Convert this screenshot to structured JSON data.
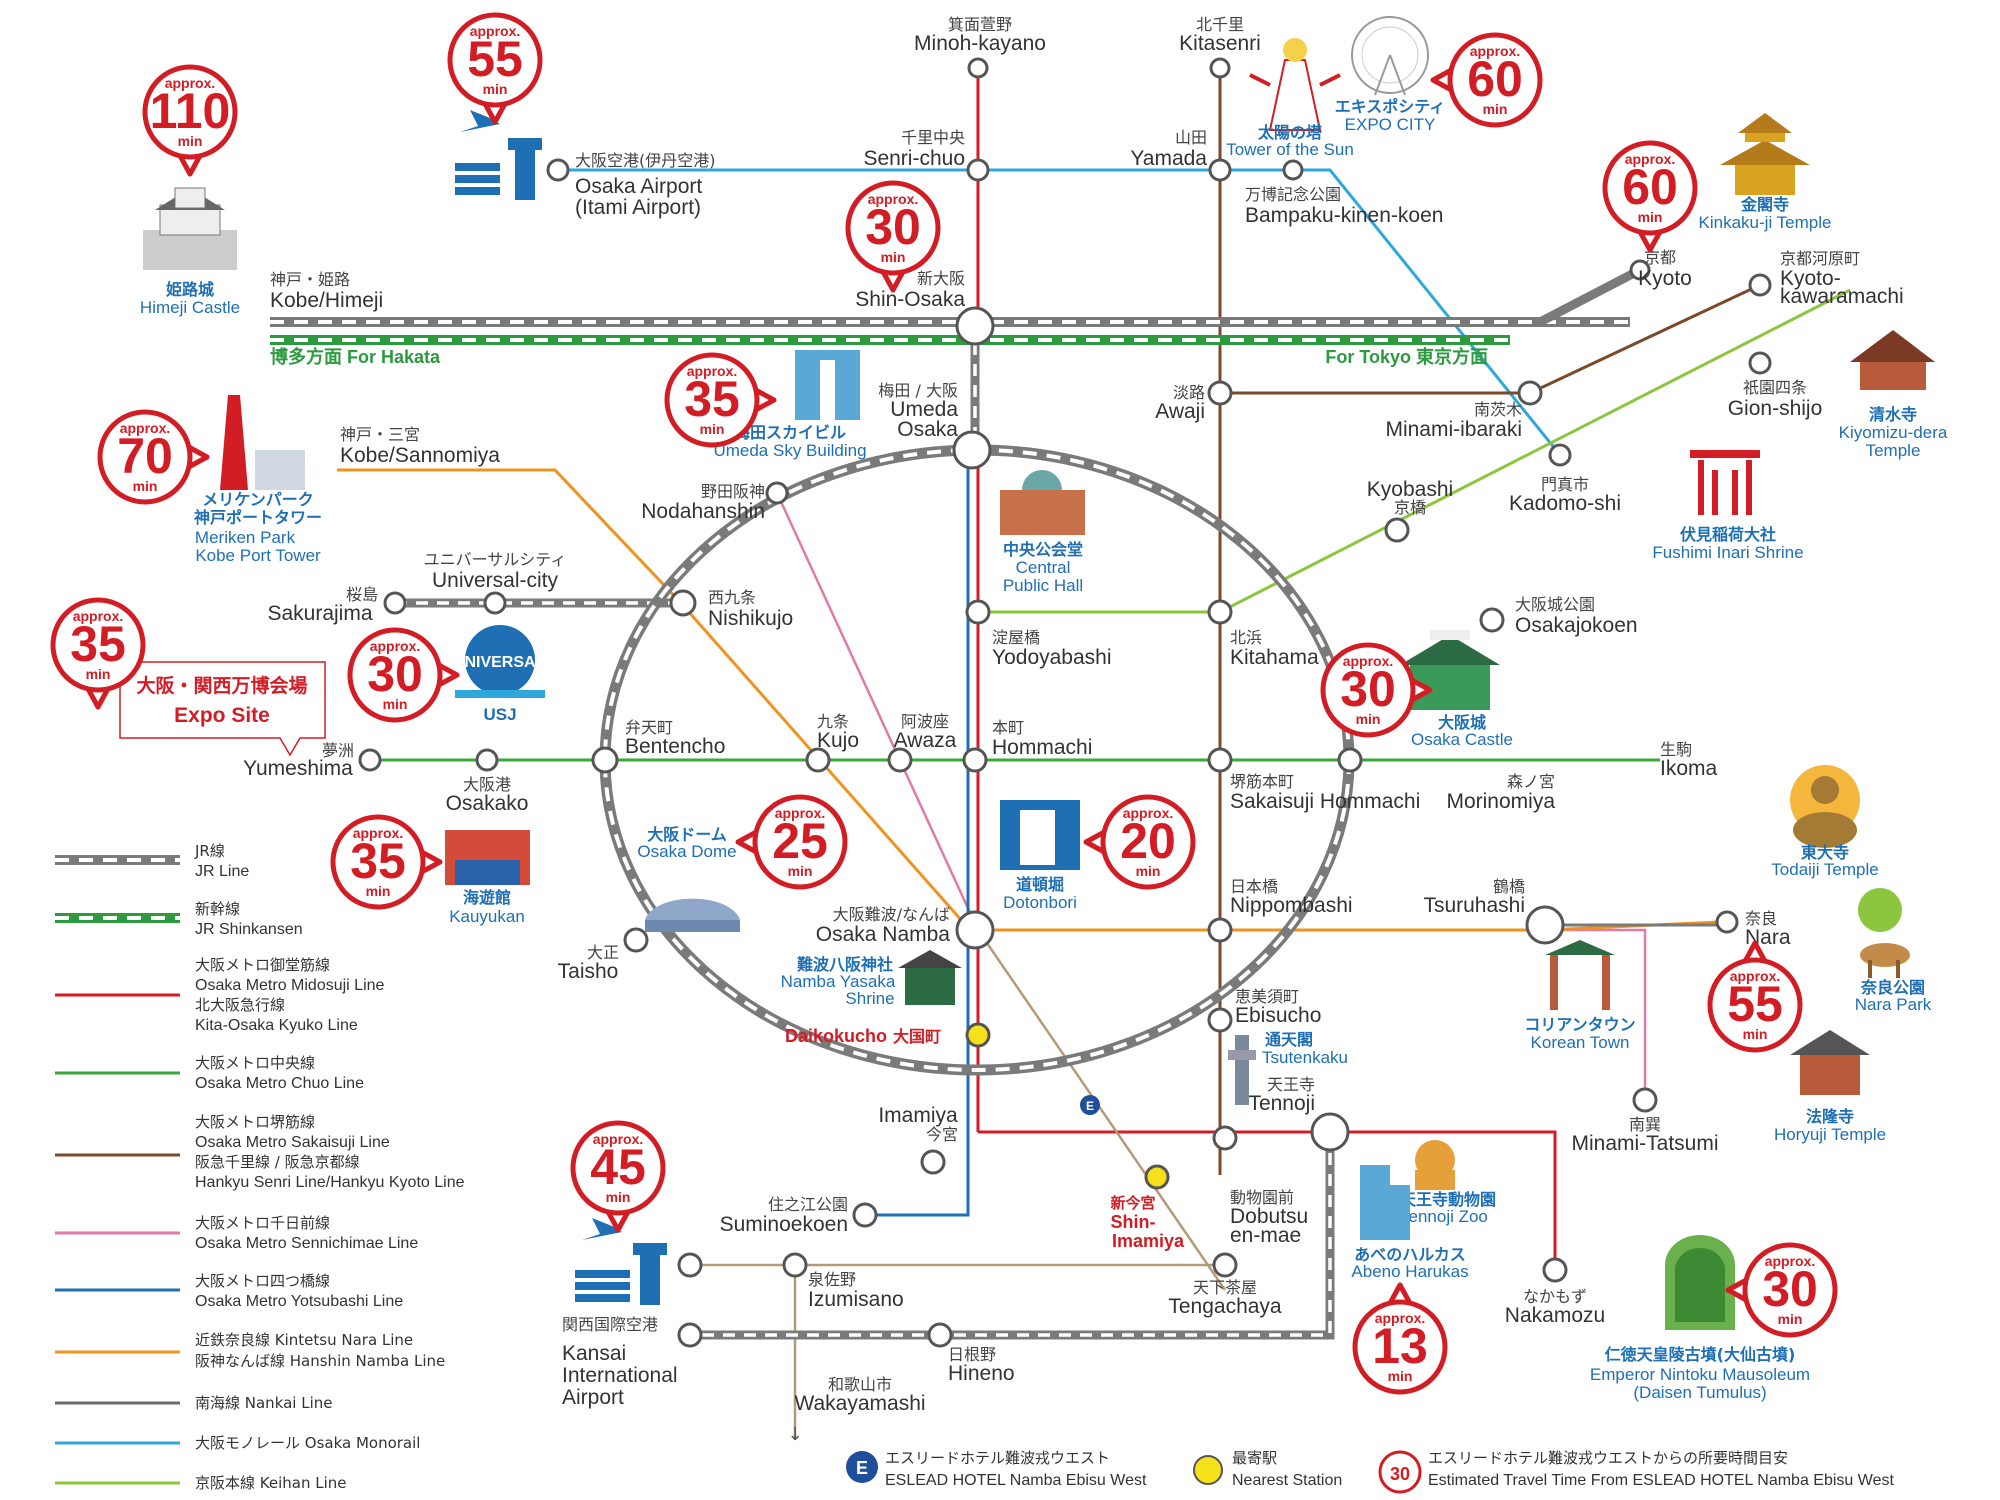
{
  "stations": {
    "minoh": {
      "ja": "箕面萱野",
      "en": "Minoh-kayano"
    },
    "kitasenri": {
      "ja": "北千里",
      "en": "Kitasenri"
    },
    "senrichuo": {
      "ja": "千里中央",
      "en": "Senri-chuo"
    },
    "yamada": {
      "ja": "山田",
      "en": "Yamada"
    },
    "osaka_airport": {
      "ja": "大阪空港(伊丹空港)",
      "en1": "Osaka Airport",
      "en2": "(Itami Airport)"
    },
    "bampaku": {
      "ja": "万博記念公園",
      "en": "Bampaku-kinen-koen"
    },
    "kobe_himeji": {
      "ja": "神戸・姫路",
      "en": "Kobe/Himeji"
    },
    "shin_osaka": {
      "ja": "新大阪",
      "en": "Shin-Osaka"
    },
    "kyoto": {
      "ja": "京都",
      "en": "Kyoto"
    },
    "kyoto_kawaramachi": {
      "ja": "京都河原町",
      "en1": "Kyoto-",
      "en2": "kawaramachi"
    },
    "awaji": {
      "ja": "淡路",
      "en": "Awaji"
    },
    "umeda": {
      "ja": "梅田 / 大阪",
      "en1": "Umeda",
      "en2": "Osaka"
    },
    "minami_ibaraki": {
      "ja": "南茨木",
      "en": "Minami-ibaraki"
    },
    "gion": {
      "ja": "祇園四条",
      "en": "Gion-shijo"
    },
    "kobe_sannomiya": {
      "ja": "神戸・三宮",
      "en": "Kobe/Sannomiya"
    },
    "nodahanshin": {
      "ja": "野田阪神",
      "en": "Nodahanshin"
    },
    "kyobashi": {
      "ja": "京橋",
      "en": "Kyobashi"
    },
    "kadomoshi": {
      "ja": "門真市",
      "en": "Kadomo-shi"
    },
    "universal": {
      "ja": "ユニバーサルシティ",
      "en": "Universal-city"
    },
    "sakurajima": {
      "ja": "桜島",
      "en": "Sakurajima"
    },
    "nishikujo": {
      "ja": "西九条",
      "en": "Nishikujo"
    },
    "osakajokoen": {
      "ja": "大阪城公園",
      "en": "Osakajokoen"
    },
    "yodoyabashi": {
      "ja": "淀屋橋",
      "en": "Yodoyabashi"
    },
    "kitahama": {
      "ja": "北浜",
      "en": "Kitahama"
    },
    "yumeshima": {
      "ja": "夢洲",
      "en": "Yumeshima"
    },
    "bentencho": {
      "ja": "弁天町",
      "en": "Bentencho"
    },
    "kujo": {
      "ja": "九条",
      "en": "Kujo"
    },
    "awaza": {
      "ja": "阿波座",
      "en": "Awaza"
    },
    "hommachi": {
      "ja": "本町",
      "en": "Hommachi"
    },
    "ikoma": {
      "ja": "生駒",
      "en": "Ikoma"
    },
    "osakako": {
      "ja": "大阪港",
      "en": "Osakako"
    },
    "sakaisuji": {
      "ja": "堺筋本町",
      "en": "Sakaisuji Hommachi"
    },
    "morinomiya": {
      "ja": "森ノ宮",
      "en": "Morinomiya"
    },
    "namba": {
      "ja": "大阪難波/なんば",
      "en": "Osaka Namba"
    },
    "nippombashi": {
      "ja": "日本橋",
      "en": "Nippombashi"
    },
    "tsuruhashi": {
      "ja": "鶴橋",
      "en": "Tsuruhashi"
    },
    "nara": {
      "ja": "奈良",
      "en": "Nara"
    },
    "taisho": {
      "ja": "大正",
      "en": "Taisho"
    },
    "daikokucho": {
      "en": "Daikokucho",
      "ja": "大国町"
    },
    "ebisucho": {
      "ja": "恵美須町",
      "en": "Ebisucho"
    },
    "tennoji": {
      "ja": "天王寺",
      "en": "Tennoji"
    },
    "imamiya": {
      "ja": "今宮",
      "en": "Imamiya"
    },
    "minami_tatsumi": {
      "ja": "南巽",
      "en": "Minami-Tatsumi"
    },
    "suminoekoen": {
      "ja": "住之江公園",
      "en": "Suminoekoen"
    },
    "shin_imamiya": {
      "ja": "新今宮",
      "en1": "Shin-",
      "en2": "Imamiya"
    },
    "dobutsuen": {
      "ja": "動物園前",
      "en1": "Dobutsu",
      "en2": "en-mae"
    },
    "izumisano": {
      "ja": "泉佐野",
      "en": "Izumisano"
    },
    "kansai_airport": {
      "ja": "関西国際空港",
      "en1": "Kansai",
      "en2": "International",
      "en3": "Airport"
    },
    "tengachaya": {
      "ja": "天下茶屋",
      "en": "Tengachaya"
    },
    "nakamozu": {
      "ja": "なかもず",
      "en": "Nakamozu"
    },
    "hineno": {
      "ja": "日根野",
      "en": "Hineno"
    },
    "wakayamashi": {
      "ja": "和歌山市",
      "en": "Wakayamashi"
    }
  },
  "directions": {
    "hakata": "博多方面 For Hakata",
    "tokyo": "For Tokyo 東京方面"
  },
  "attractions": {
    "himeji": {
      "ja": "姫路城",
      "en": "Himeji Castle"
    },
    "sun": {
      "ja": "太陽の塔",
      "en": "Tower of the Sun"
    },
    "expocity": {
      "ja": "エキスポシティ",
      "en": "EXPO CITY"
    },
    "kinkakuji": {
      "ja": "金閣寺",
      "en": "Kinkaku-ji Temple"
    },
    "kiyomizu": {
      "ja": "清水寺",
      "en1": "Kiyomizu-dera",
      "en2": "Temple"
    },
    "fushimi": {
      "ja": "伏見稲荷大社",
      "en": "Fushimi Inari Shrine"
    },
    "skybuilding": {
      "ja": "梅田スカイビル",
      "en": "Umeda Sky Building"
    },
    "meriken": {
      "ja1": "メリケンパーク",
      "ja2": "神戸ポートタワー",
      "en1": "Meriken Park",
      "en2": "Kobe Port Tower"
    },
    "central_hall": {
      "ja": "中央公会堂",
      "en1": "Central",
      "en2": "Public Hall"
    },
    "expo_site": {
      "ja": "大阪・関西万博会場",
      "en": "Expo Site"
    },
    "usj": {
      "en": "USJ",
      "globe": "NIVERSA"
    },
    "osaka_castle": {
      "ja": "大阪城",
      "en": "Osaka Castle"
    },
    "osaka_dome": {
      "ja": "大阪ドーム",
      "en": "Osaka Dome"
    },
    "dotonbori": {
      "ja": "道頓堀",
      "en": "Dotonbori"
    },
    "kaiyukan": {
      "ja": "海遊館",
      "en": "Kauyukan"
    },
    "todaiji": {
      "ja": "東大寺",
      "en": "Todaiji Temple"
    },
    "nara_park": {
      "ja": "奈良公園",
      "en": "Nara Park"
    },
    "namba_yasaka": {
      "ja": "難波八阪神社",
      "en1": "Namba Yasaka",
      "en2": "Shrine"
    },
    "korean_town": {
      "ja": "コリアンタウン",
      "en": "Korean Town"
    },
    "horyuji": {
      "ja": "法隆寺",
      "en": "Horyuji Temple"
    },
    "tsutenkaku": {
      "ja": "通天閣",
      "en": "Tsutenkaku"
    },
    "tennoji_zoo": {
      "ja": "天王寺動物園",
      "en": "Tennoji Zoo"
    },
    "abeno": {
      "ja": "あべのハルカス",
      "en": "Abeno Harukas"
    },
    "nintoku": {
      "ja": "仁徳天皇陵古墳(大仙古墳)",
      "en1": "Emperor Nintoku Mausoleum",
      "en2": "(Daisen Tumulus)"
    }
  },
  "badges": {
    "approx": "approx.",
    "min": "min",
    "himeji": "110",
    "airport": "55",
    "shinosaka": "30",
    "expocity": "60",
    "kyoto": "60",
    "skybuilding": "35",
    "meriken": "70",
    "expo_site": "35",
    "usj": "30",
    "osaka_castle": "30",
    "kaiyukan": "35",
    "dome": "25",
    "dotonbori": "20",
    "nara": "55",
    "kansai_airport": "45",
    "abeno": "13",
    "nintoku": "30"
  },
  "legend": {
    "jr": {
      "ja": "JR線",
      "en": "JR Line"
    },
    "shinkansen": {
      "ja": "新幹線",
      "en": "JR Shinkansen"
    },
    "midosuji": {
      "ja": "大阪メトロ御堂筋線",
      "en": "Osaka Metro Midosuji Line",
      "ja2": "北大阪急行線",
      "en2": "Kita-Osaka Kyuko Line"
    },
    "chuo": {
      "ja": "大阪メトロ中央線",
      "en": "Osaka Metro Chuo Line"
    },
    "sakaisuji": {
      "ja": "大阪メトロ堺筋線",
      "en": "Osaka Metro Sakaisuji Line",
      "ja2": "阪急千里線 / 阪急京都線",
      "en2": "Hankyu Senri Line/Hankyu Kyoto Line"
    },
    "sennichimae": {
      "ja": "大阪メトロ千日前線",
      "en": "Osaka Metro Sennichimae Line"
    },
    "yotsubashi": {
      "ja": "大阪メトロ四つ橋線",
      "en": "Osaka Metro Yotsubashi Line"
    },
    "kintetsu": {
      "ja": "近鉄奈良線 Kintetsu Nara Line",
      "ja2": "阪神なんば線 Hanshin Namba Line"
    },
    "nankai": {
      "ja": "南海線 Nankai Line"
    },
    "monorail": {
      "ja": "大阪モノレール Osaka Monorail"
    },
    "keihan": {
      "ja": "京阪本線 Keihan Line"
    }
  },
  "footer": {
    "hotel_ja": "エスリードホテル難波戎ウエスト",
    "hotel_en": "ESLEAD HOTEL Namba Ebisu West",
    "hotel_icon": "E",
    "nearest_ja": "最寄駅",
    "nearest_en": "Nearest Station",
    "time_ja": "エスリードホテル難波戎ウエストからの所要時間目安",
    "time_en": "Estimated Travel Time From ESLEAD HOTEL Namba Ebisu West",
    "badge_num": "30"
  },
  "colors": {
    "jr": "#7a7a7a",
    "shinkansen": "#2c9a3e",
    "midosuji": "#d21d25",
    "chuo": "#3aa83a",
    "sakaisuji": "#7b4a2a",
    "sennichimae": "#e27aa8",
    "yotsubashi": "#1f6fb5",
    "kintetsu": "#f0931e",
    "nankai": "#6b6b6b",
    "monorail": "#2ea7dd",
    "keihan": "#8cc63f",
    "badge": "#d21d25"
  }
}
